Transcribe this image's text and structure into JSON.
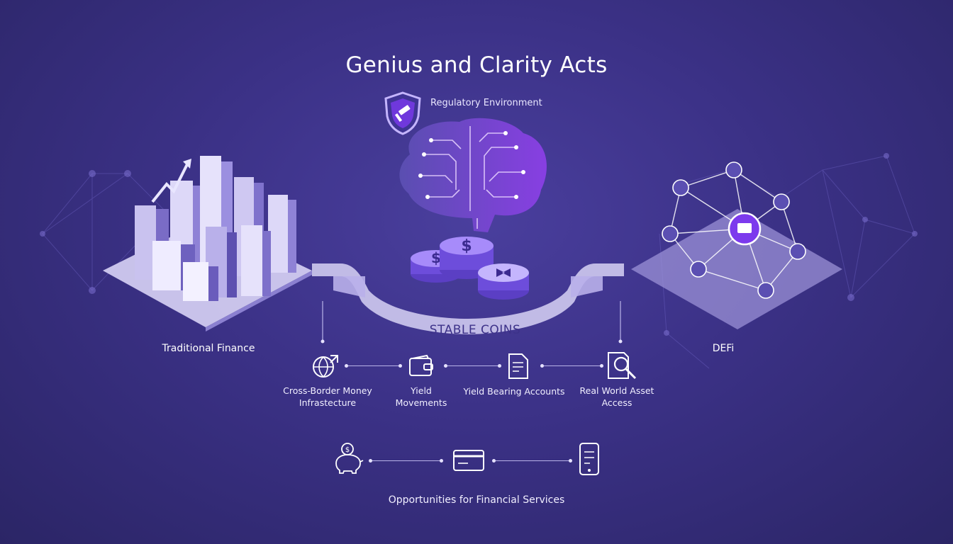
{
  "title": "Genius and Clarity Acts",
  "regulatory_label": "Regulatory Environment",
  "left_label": "Traditional Finance",
  "right_label": "DEFi",
  "banner_label": "STABLE COINS",
  "features": [
    {
      "icon": "globe-arrows-icon",
      "label_line1": "Cross-Border Money",
      "label_line2": "Infrastecture"
    },
    {
      "icon": "wallet-icon",
      "label_line1": "Yield",
      "label_line2": "Movements"
    },
    {
      "icon": "document-icon",
      "label_line1": "Yield Bearing Accounts",
      "label_line2": ""
    },
    {
      "icon": "magnifier-document-icon",
      "label_line1": "Real World Asset",
      "label_line2": "Access"
    }
  ],
  "opportunities": [
    {
      "icon": "piggy-bank-icon"
    },
    {
      "icon": "credit-card-icon"
    },
    {
      "icon": "smartphone-icon"
    }
  ],
  "opportunities_label": "Opportunities for Financial Services",
  "colors": {
    "background": "#3b3186",
    "accent_purple": "#8b5cf6",
    "banner": "#d7d2f4",
    "text": "#ffffff"
  }
}
